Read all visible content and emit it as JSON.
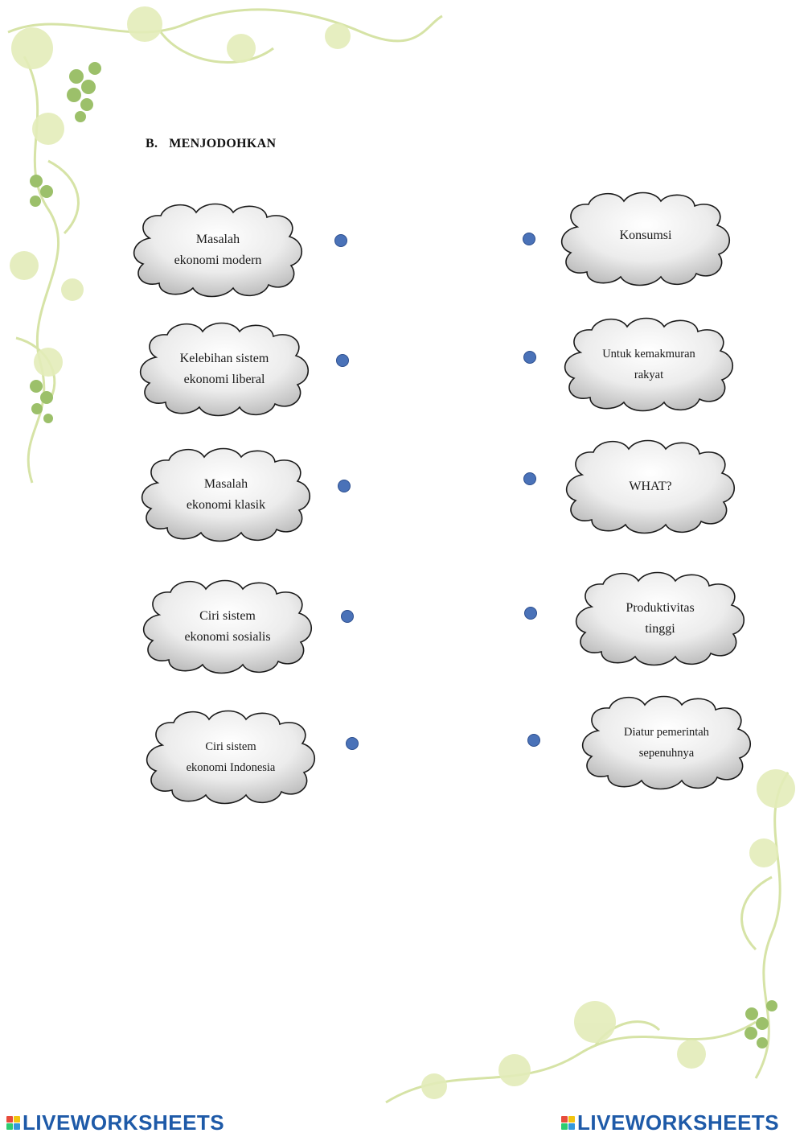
{
  "heading": {
    "number": "B.",
    "title": "MENJODOHKAN"
  },
  "left_items": [
    {
      "line1": "Masalah",
      "line2": "ekonomi modern"
    },
    {
      "line1": "Kelebihan sistem",
      "line2": "ekonomi liberal"
    },
    {
      "line1": "Masalah",
      "line2": "ekonomi klasik"
    },
    {
      "line1": "Ciri sistem",
      "line2": "ekonomi sosialis"
    },
    {
      "line1": "Ciri sistem",
      "line2": "ekonomi Indonesia"
    }
  ],
  "right_items": [
    {
      "line1": "Konsumsi",
      "line2": ""
    },
    {
      "line1": "Untuk kemakmuran",
      "line2": "rakyat"
    },
    {
      "line1": "WHAT?",
      "line2": ""
    },
    {
      "line1": "Produktivitas",
      "line2": "tinggi"
    },
    {
      "line1": "Diatur pemerintah",
      "line2": "sepenuhnya"
    }
  ],
  "footer": {
    "brand_left": "LIVEWORKSHEETS",
    "brand_right": "LIVEWORKSHEETS"
  },
  "colors": {
    "dot": "#4a72b8",
    "brand": "#1e5aa8",
    "vine": "#c9dc8a"
  }
}
